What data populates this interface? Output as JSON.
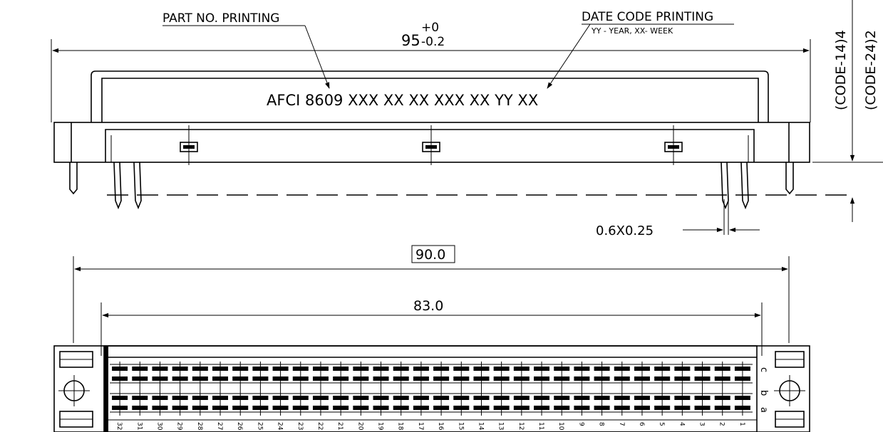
{
  "side_view": {
    "part_no_label": "PART NO. PRINTING",
    "date_code_label": "DATE CODE PRINTING",
    "date_code_sub": "YY - YEAR, XX- WEEK",
    "overall_length": "95",
    "tol_upper": "+0",
    "tol_lower": "-0.2",
    "marking_text": "AFCI 8609 XXX XX XX XXX XX   YY XX",
    "code14": "(CODE-14)4",
    "code24": "(CODE-24)2",
    "pin_size": "0.6X0.25"
  },
  "bottom_view": {
    "mount_distance": "90.0",
    "pitch_span": "83.0",
    "row_labels": [
      "c",
      "b",
      "a"
    ],
    "pin_numbers": [
      "32",
      "31",
      "30",
      "29",
      "28",
      "27",
      "26",
      "25",
      "24",
      "23",
      "22",
      "21",
      "20",
      "19",
      "18",
      "17",
      "16",
      "15",
      "14",
      "13",
      "12",
      "11",
      "10",
      "9",
      "8",
      "7",
      "6",
      "5",
      "4",
      "3",
      "2",
      "1"
    ]
  }
}
